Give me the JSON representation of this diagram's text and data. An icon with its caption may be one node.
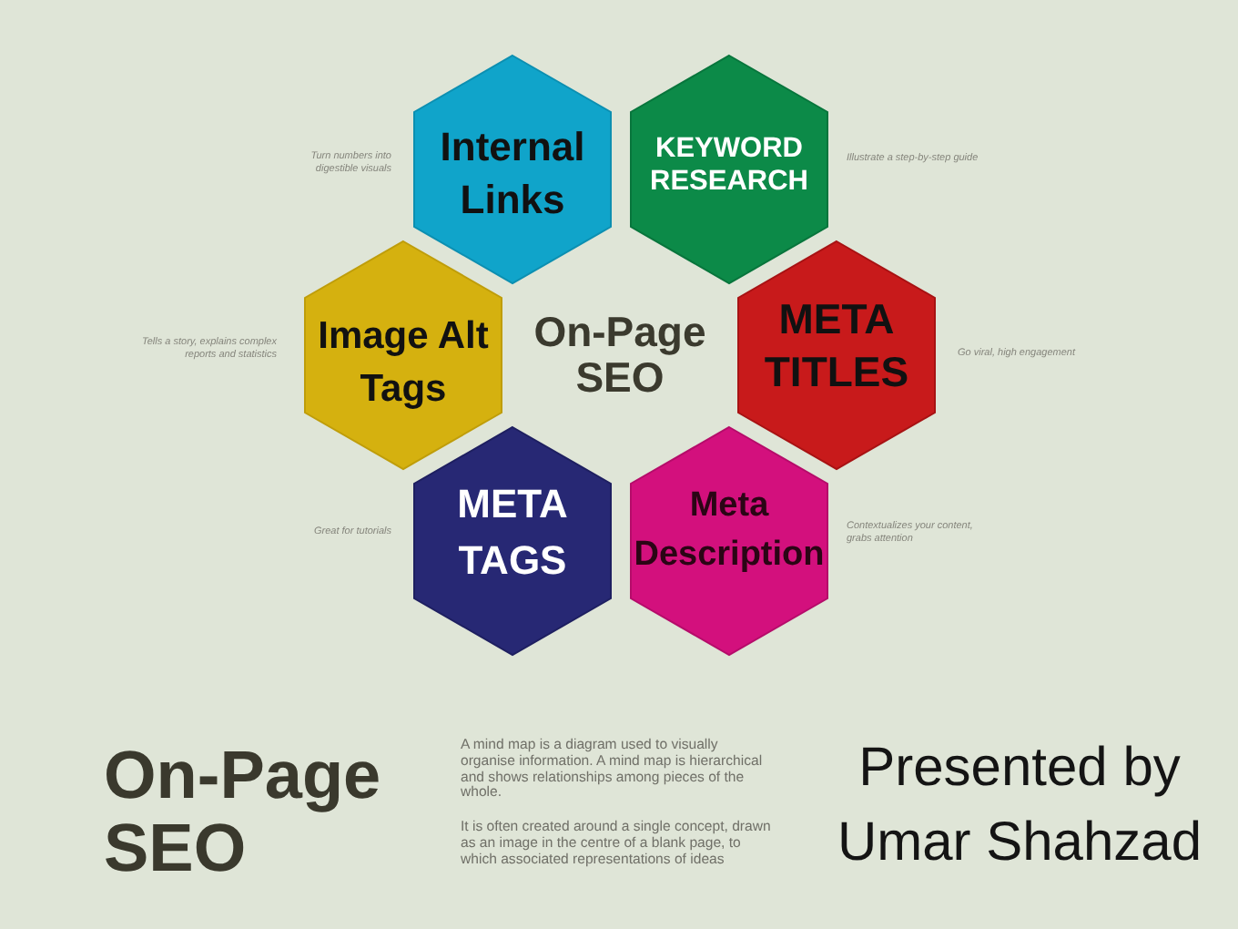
{
  "diagram": {
    "title": "On-Page SEO",
    "nodes": [
      {
        "text": [
          "Internal Links"
        ]
      },
      {
        "text": [
          "KEYWORD RESEARCH"
        ]
      },
      {
        "text": [
          "Image Alt Tags"
        ]
      },
      {
        "text": [
          "META TITLES"
        ]
      },
      {
        "text": [
          "META TAGS"
        ]
      },
      {
        "text": [
          "Meta Description"
        ]
      }
    ],
    "labels": [
      "Turn numbers into digestible visuals",
      "Illustrate a step-by-step guide",
      "Tells a story, explains complex reports and statistics",
      "On-Page SEO",
      "Go viral, high engagement",
      "Great for tutorials",
      "Contextualizes your content, grabs attention",
      "A mind map is a diagram used to visually organise information. A mind map is hierarchical and shows relationships among pieces of the whole.",
      "It is often created around a single concept, drawn as an image in the centre of a blank page, to which associated representations of ideas",
      "Presented by Umar Shahzad"
    ]
  }
}
